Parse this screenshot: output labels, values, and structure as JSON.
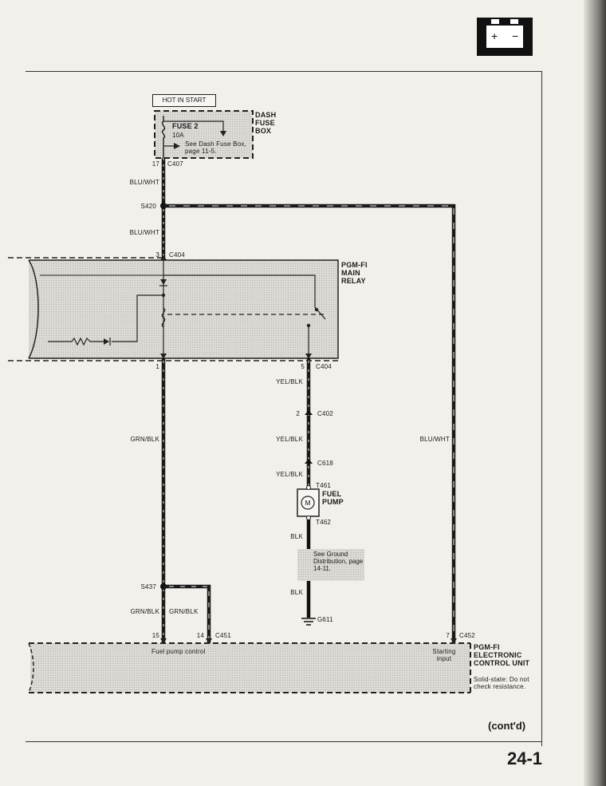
{
  "header": {
    "battery_icon": "battery-icon"
  },
  "power": {
    "title": "HOT IN START",
    "fuse_name": "FUSE 2",
    "fuse_rating": "10A",
    "fuse_note": "See Dash Fuse Box, page 11-5.",
    "box_label": "DASH FUSE BOX",
    "pin": "17",
    "connector": "C407"
  },
  "wires": {
    "w1": "BLU/WHT",
    "w2": "BLU/WHT",
    "w_grn_main": "GRN/BLK",
    "w_grn_a": "GRN/BLK",
    "w_grn_b": "GRN/BLK",
    "w_yel_1": "YEL/BLK",
    "w_yel_2": "YEL/BLK",
    "w_yel_3": "YEL/BLK",
    "w_blk_1": "BLK",
    "w_blk_2": "BLK",
    "w_blu_right": "BLU/WHT"
  },
  "splices": {
    "s420": "S420",
    "s437": "S437"
  },
  "relay": {
    "label": "PGM-FI MAIN RELAY",
    "top_pin": "3",
    "top_conn": "C404",
    "bot_pin_left": "1",
    "bot_pin_right": "5",
    "bot_conn": "C404"
  },
  "connectors": {
    "c402_pin": "2",
    "c402": "C402",
    "c618": "C618",
    "t461": "T461",
    "t462": "T462",
    "g611": "G611",
    "c451_pin_a": "15",
    "c451_pin_b": "14",
    "c451": "C451",
    "c452_pin": "7",
    "c452": "C452"
  },
  "pump": {
    "label": "FUEL PUMP",
    "motor": "M"
  },
  "ground_note": "See Ground Distribution, page 14-11.",
  "ecu": {
    "label": "PGM-FI ELECTRONIC CONTROL UNIT",
    "note": "Solid-state: Do not check resistance.",
    "input_a": "Fuel pump control",
    "input_b": "Starting input"
  },
  "footer": {
    "contd": "(cont'd)",
    "page": "24-1"
  }
}
